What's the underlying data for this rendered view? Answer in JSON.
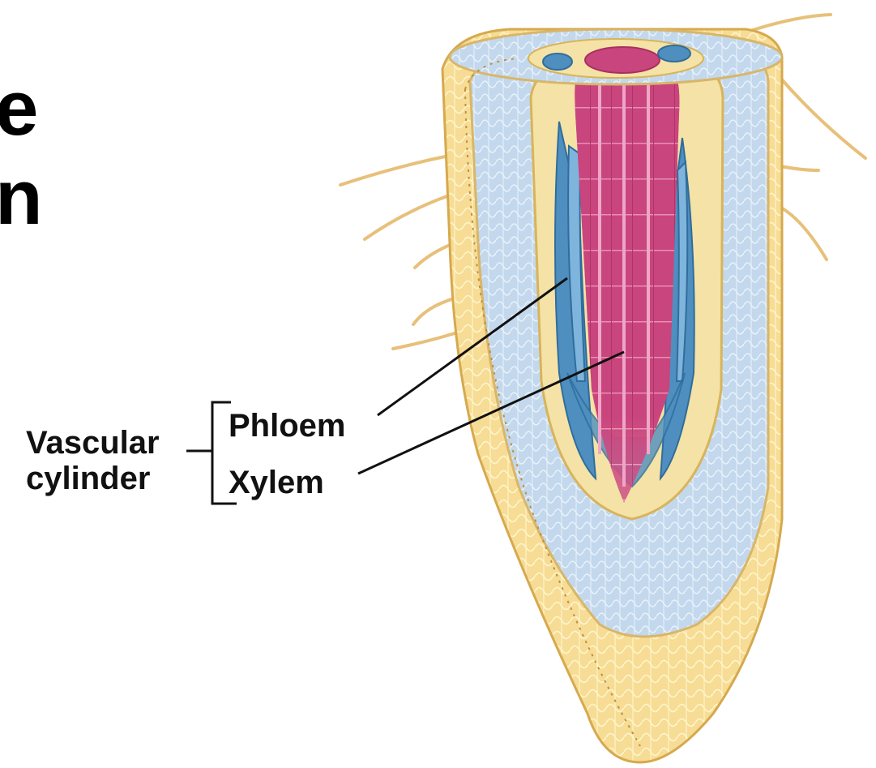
{
  "title_fragments": [
    "e",
    "n"
  ],
  "labels": {
    "group_line1": "Vascular",
    "group_line2": "cylinder",
    "phloem": "Phloem",
    "xylem": "Xylem"
  },
  "colors": {
    "cortex": "#bcd3ea",
    "epidermis": "#f3d89a",
    "xylem": "#c9457d",
    "phloem": "#4f8fc0",
    "root_cap": "#f6dc94"
  }
}
